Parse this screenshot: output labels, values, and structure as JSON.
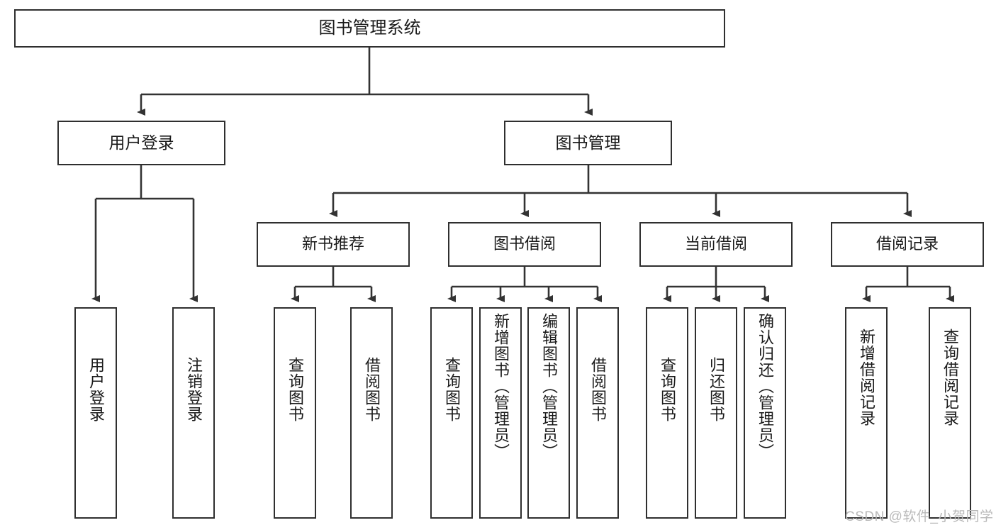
{
  "diagram": {
    "title": "图书管理系统",
    "type": "tree-hierarchy-chart",
    "watermark": "CSDN @软件_小贺同学",
    "colors": {
      "box_border": "#2f2f2f",
      "box_fill": "#ffffff",
      "connector": "#333333",
      "text": "#1a1a1a",
      "watermark": "#b9b9b9"
    },
    "levels": {
      "level1": [
        {
          "id": "root",
          "label": "图书管理系统"
        }
      ],
      "level2": [
        {
          "id": "user-login",
          "label": "用户登录",
          "parent": "root"
        },
        {
          "id": "book-management",
          "label": "图书管理",
          "parent": "root"
        }
      ],
      "level3": [
        {
          "id": "new-book-recommend",
          "label": "新书推荐",
          "parent": "book-management"
        },
        {
          "id": "book-borrow",
          "label": "图书借阅",
          "parent": "book-management"
        },
        {
          "id": "current-borrow",
          "label": "当前借阅",
          "parent": "book-management"
        },
        {
          "id": "borrow-record",
          "label": "借阅记录",
          "parent": "book-management"
        }
      ],
      "level4": [
        {
          "id": "leaf-user-login",
          "label": "用户登录",
          "parent": "user-login"
        },
        {
          "id": "leaf-logout",
          "label": "注销登录",
          "parent": "user-login"
        },
        {
          "id": "leaf-query-book-1",
          "label": "查询图书",
          "parent": "new-book-recommend"
        },
        {
          "id": "leaf-borrow-book-1",
          "label": "借阅图书",
          "parent": "new-book-recommend"
        },
        {
          "id": "leaf-query-book-2",
          "label": "查询图书",
          "parent": "book-borrow"
        },
        {
          "id": "leaf-add-book",
          "label": "新增图书（管理员）",
          "parent": "book-borrow"
        },
        {
          "id": "leaf-edit-book",
          "label": "编辑图书（管理员）",
          "parent": "book-borrow"
        },
        {
          "id": "leaf-borrow-book-2",
          "label": "借阅图书",
          "parent": "book-borrow"
        },
        {
          "id": "leaf-query-book-3",
          "label": "查询图书",
          "parent": "current-borrow"
        },
        {
          "id": "leaf-return-book",
          "label": "归还图书",
          "parent": "current-borrow"
        },
        {
          "id": "leaf-confirm-return",
          "label": "确认归还（管理员）",
          "parent": "current-borrow"
        },
        {
          "id": "leaf-add-record",
          "label": "新增借阅记录",
          "parent": "borrow-record"
        },
        {
          "id": "leaf-query-record",
          "label": "查询借阅记录",
          "parent": "borrow-record"
        }
      ]
    }
  }
}
